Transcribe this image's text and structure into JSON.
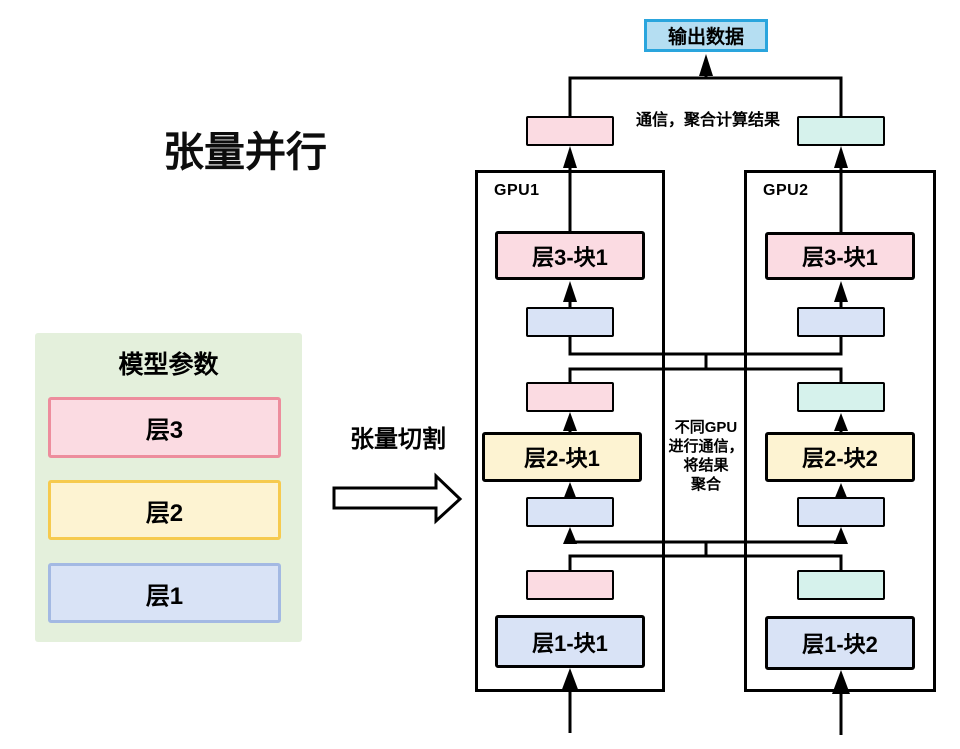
{
  "title": "张量并行",
  "left_panel": {
    "heading": "模型参数",
    "layers": [
      {
        "label": "层3",
        "color": "pink"
      },
      {
        "label": "层2",
        "color": "yellow"
      },
      {
        "label": "层1",
        "color": "blue"
      }
    ]
  },
  "transform_label": "张量切割",
  "output_box": {
    "label": "输出数据"
  },
  "top_annotation": "通信，聚合计算结果",
  "middle_annotation": [
    "不同GPU",
    "进行通信，",
    "将结果",
    "聚合"
  ],
  "gpu1": {
    "label": "GPU1",
    "layer_blocks": [
      "层3-块1",
      "层2-块1",
      "层1-块1"
    ]
  },
  "gpu2": {
    "label": "GPU2",
    "layer_blocks": [
      "层3-块1",
      "层2-块2",
      "层1-块2"
    ]
  },
  "colors": {
    "pink_fill": "#fbdbe2",
    "pink_border": "#ed8d9d",
    "yellow_fill": "#fdf3d2",
    "yellow_border": "#f6ca4e",
    "blue_fill": "#d9e3f6",
    "blue_border": "#a3b9e3",
    "teal_fill": "#d6f2ec",
    "teal_border": "#8cdacc",
    "green_panel": "#e4f0dc",
    "output_fill": "#b5def2",
    "output_border": "#2aa5dd",
    "line": "#000000"
  }
}
